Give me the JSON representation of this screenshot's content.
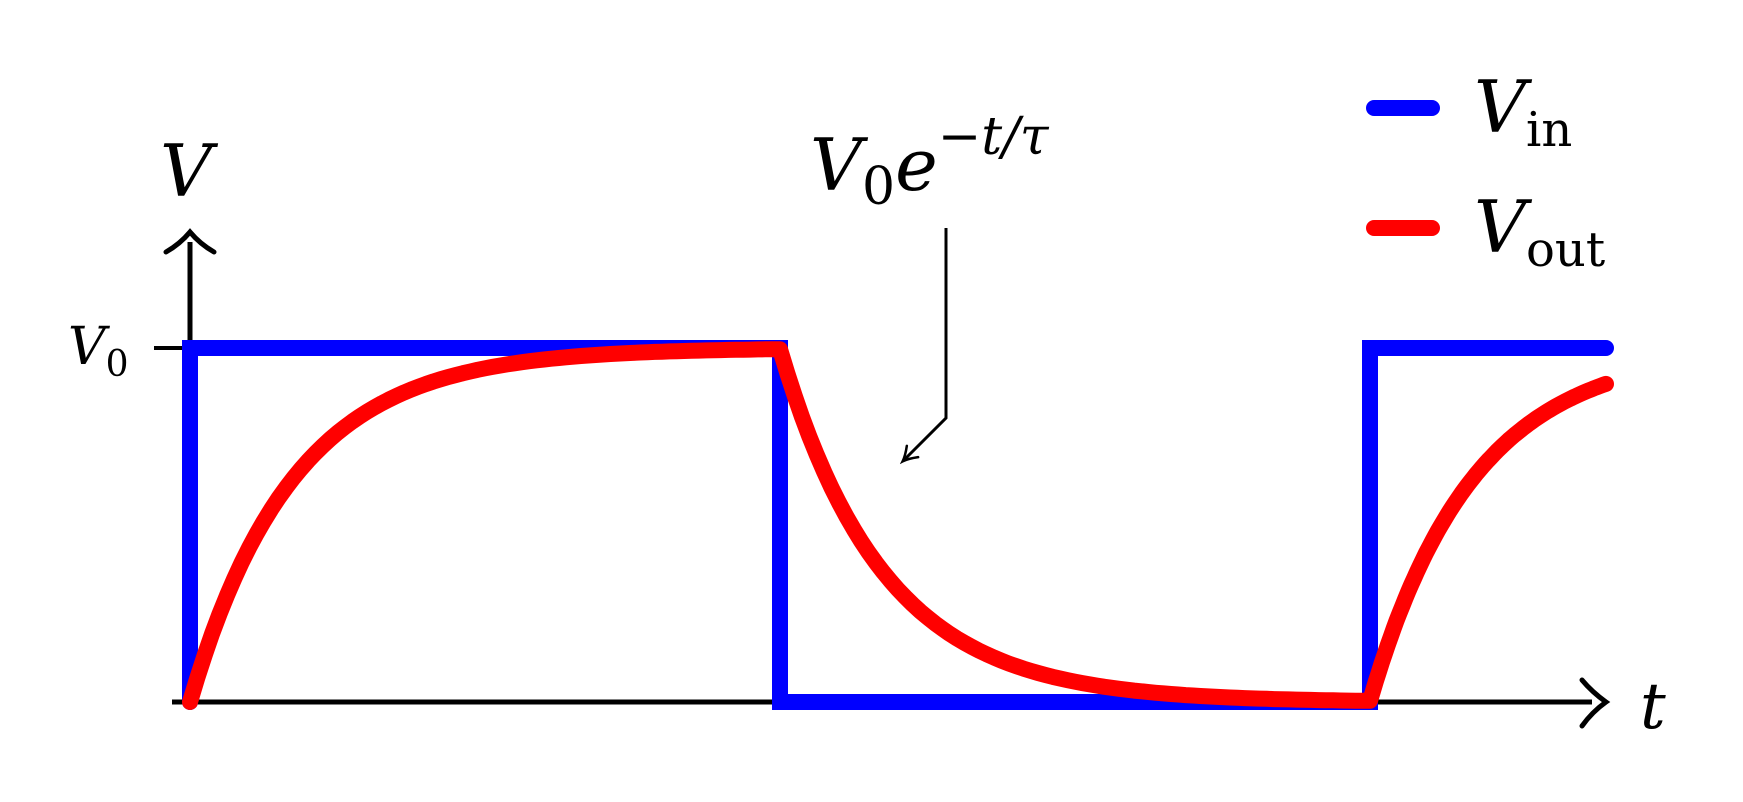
{
  "chart_data": {
    "type": "line",
    "title": "",
    "xlabel": "t",
    "ylabel": "V",
    "y_tick_labels": [
      {
        "value": 1,
        "label": "V",
        "subscript": "0"
      }
    ],
    "x_range": [
      0,
      5
    ],
    "y_range": [
      0,
      1
    ],
    "grid": false,
    "legend_placement": "top-right",
    "series": [
      {
        "name": "V",
        "name_subscript": "in",
        "color": "#0000ff",
        "shape": "square-wave",
        "points": [
          [
            0,
            0
          ],
          [
            0,
            1
          ],
          [
            2,
            1
          ],
          [
            2,
            0
          ],
          [
            4,
            0
          ],
          [
            4,
            1
          ],
          [
            4.8,
            1
          ]
        ]
      },
      {
        "name": "V",
        "name_subscript": "out",
        "color": "#ff0000",
        "shape": "rc-charge-discharge",
        "tau": 0.35,
        "segments": [
          {
            "kind": "charge",
            "t_start": 0,
            "t_end": 2,
            "v_start": 0
          },
          {
            "kind": "discharge",
            "t_start": 2,
            "t_end": 4
          },
          {
            "kind": "charge",
            "t_start": 4,
            "t_end": 4.8
          }
        ]
      }
    ],
    "annotations": [
      {
        "text_base": "V",
        "text_sub": "0",
        "text_e": "e",
        "text_sup": "−t/τ",
        "points_to_t": 2.45
      }
    ]
  }
}
